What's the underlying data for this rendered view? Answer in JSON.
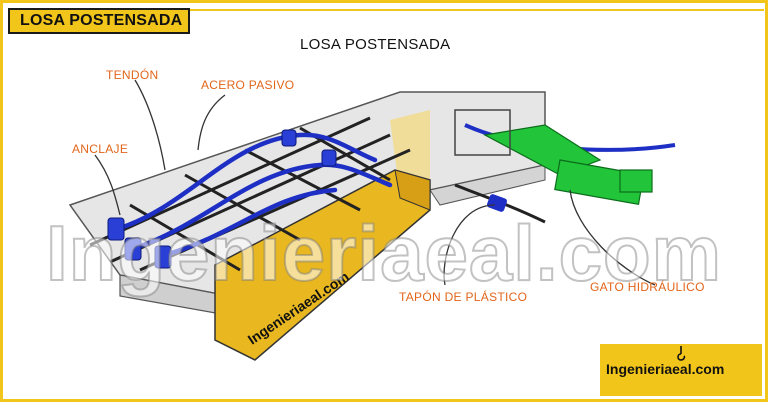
{
  "header": {
    "tag_title": "LOSA POSTENSADA"
  },
  "diagram": {
    "title": "LOSA POSTENSADA",
    "labels": {
      "tendon": "TENDÓN",
      "acero_pasivo": "ACERO PASIVO",
      "anclaje": "ANCLAJE",
      "tapon": "TAPÓN DE PLÁSTICO",
      "gato": "GATO HIDRÁULICO"
    },
    "watermark": "Ingenieriaeal.com",
    "box_text": "Ingenieriaeal.com"
  },
  "logo": {
    "text": "Ingenieriaeal.com"
  },
  "colors": {
    "accent": "#f2c51b",
    "label": "#e2651a",
    "tendon": "#1d2fc4",
    "jack": "#22c43a"
  }
}
